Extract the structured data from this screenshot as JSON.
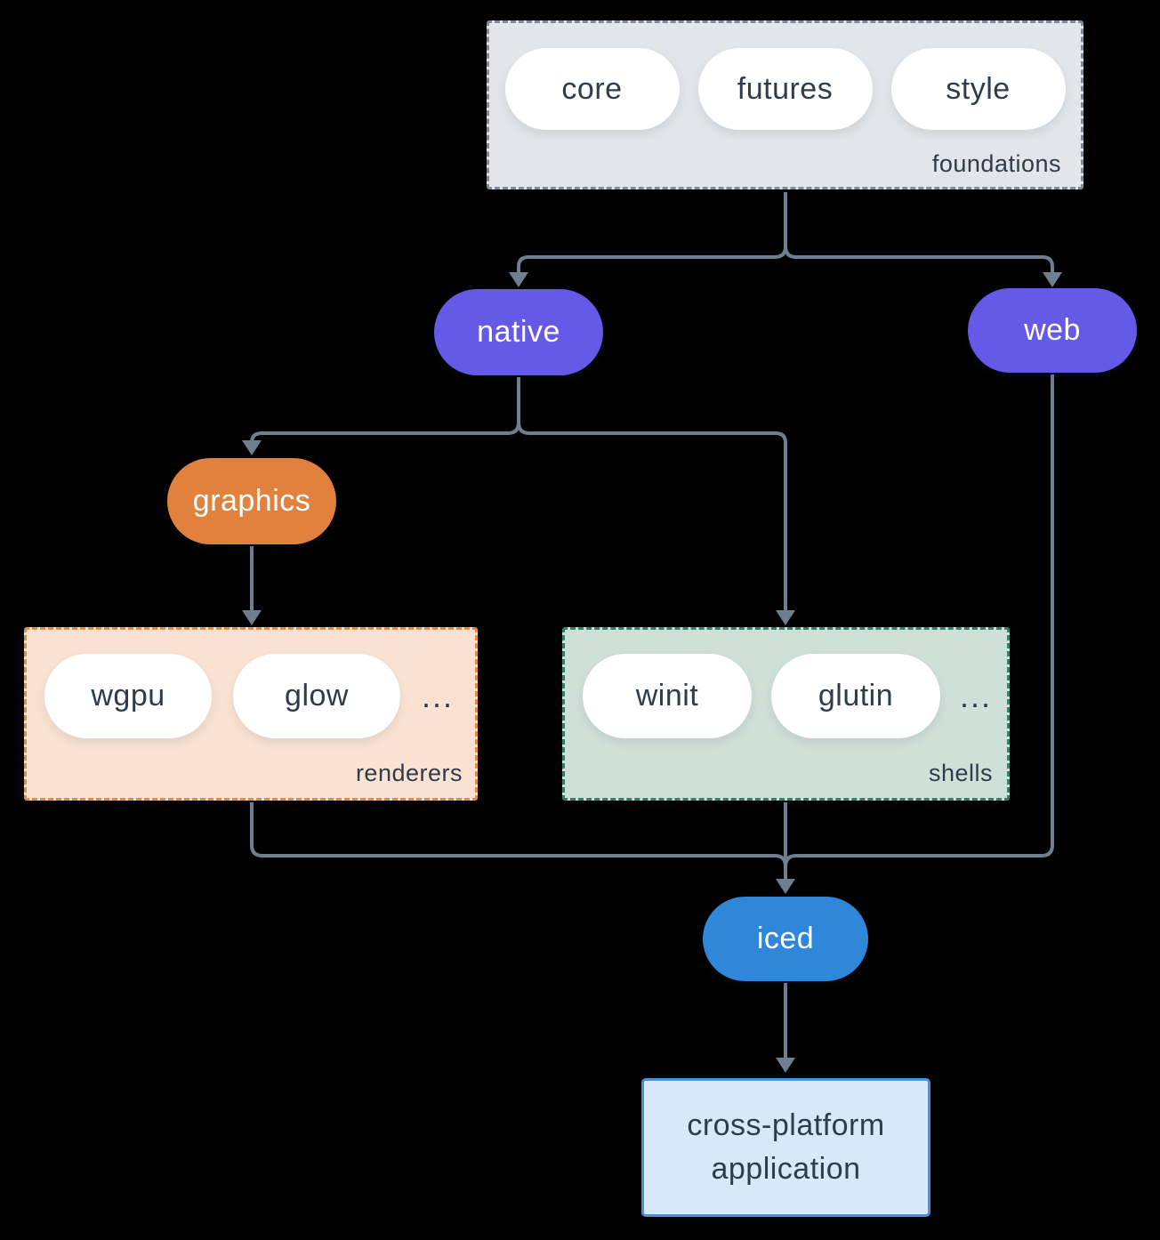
{
  "colors": {
    "background": "#000000",
    "line": "#6e7f90",
    "dark_text": "#2e3c4b",
    "purple": "#6559e8",
    "orange": "#e0823e",
    "blue": "#2e87d8",
    "foundations_fill": "#e2e5e9",
    "foundations_border": "#7e8c9a",
    "renderers_fill": "#f9e2d2",
    "renderers_border": "#e78a42",
    "shells_fill": "#cfe0d9",
    "shells_border": "#35806b",
    "app_fill": "#d7e8f8",
    "app_border": "#4791dc"
  },
  "foundations": {
    "label": "foundations",
    "items": [
      "core",
      "futures",
      "style"
    ]
  },
  "native": {
    "label": "native"
  },
  "web": {
    "label": "web"
  },
  "graphics": {
    "label": "graphics"
  },
  "renderers": {
    "label": "renderers",
    "items": [
      "wgpu",
      "glow"
    ],
    "ellipsis": "..."
  },
  "shells": {
    "label": "shells",
    "items": [
      "winit",
      "glutin"
    ],
    "ellipsis": "..."
  },
  "iced": {
    "label": "iced"
  },
  "application": {
    "lines": [
      "cross-platform",
      "application"
    ]
  }
}
